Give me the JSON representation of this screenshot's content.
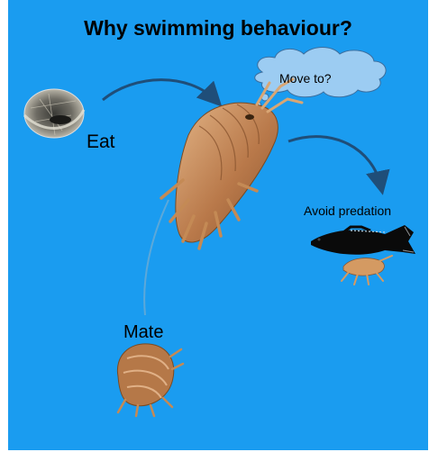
{
  "title": "Why swimming behaviour?",
  "thought_bubble": "Move to?",
  "labels": {
    "eat": "Eat",
    "avoid_predation": "Avoid  predation",
    "mate": "Mate"
  },
  "colors": {
    "background": "#1A9CF0",
    "bubble": "#9CCCF2",
    "arrow": "#1F4E79",
    "amphipod": "#C48A55",
    "fish": "#0A0A0A"
  },
  "icons": [
    "food-photo",
    "amphipod-main",
    "fish",
    "small-amphipod",
    "mating-amphipods",
    "thought-cloud"
  ]
}
